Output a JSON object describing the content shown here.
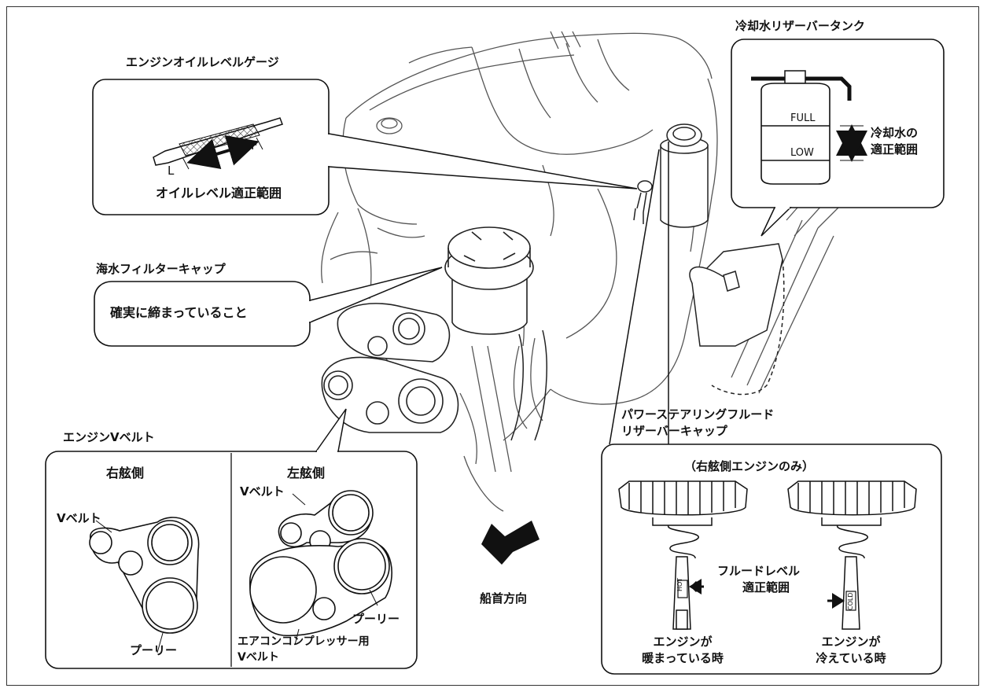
{
  "oil_gauge": {
    "title": "エンジンオイルレベルゲージ",
    "mark_l": "L",
    "mark_f": "F",
    "range_label": "オイルレベル適正範囲"
  },
  "coolant_tank": {
    "title": "冷却水リザーバータンク",
    "full": "FULL",
    "low": "LOW",
    "range_label_1": "冷却水の",
    "range_label_2": "適正範囲"
  },
  "seawater_filter": {
    "title": "海水フィルターキャップ",
    "note": "確実に締まっていること"
  },
  "v_belt": {
    "title": "エンジンVベルト",
    "starboard": {
      "header": "右舷側",
      "belt_label": "Vベルト",
      "pulley_label": "プーリー"
    },
    "port": {
      "header": "左舷側",
      "belt_label": "Vベルト",
      "pulley_label": "プーリー",
      "ac_belt_label_1": "エアコンコンプレッサー用",
      "ac_belt_label_2": "Vベルト"
    }
  },
  "bow_direction": "船首方向",
  "power_steering": {
    "title_1": "パワーステアリングフルード",
    "title_2": "リザーバーキャップ",
    "note": "（右舷側エンジンのみ）",
    "hot_mark": "HOT",
    "cold_mark": "COLD",
    "range_label_1": "フルードレベル",
    "range_label_2": "適正範囲",
    "warm_label_1": "エンジンが",
    "warm_label_2": "暖まっている時",
    "cold_label_1": "エンジンが",
    "cold_label_2": "冷えている時"
  }
}
